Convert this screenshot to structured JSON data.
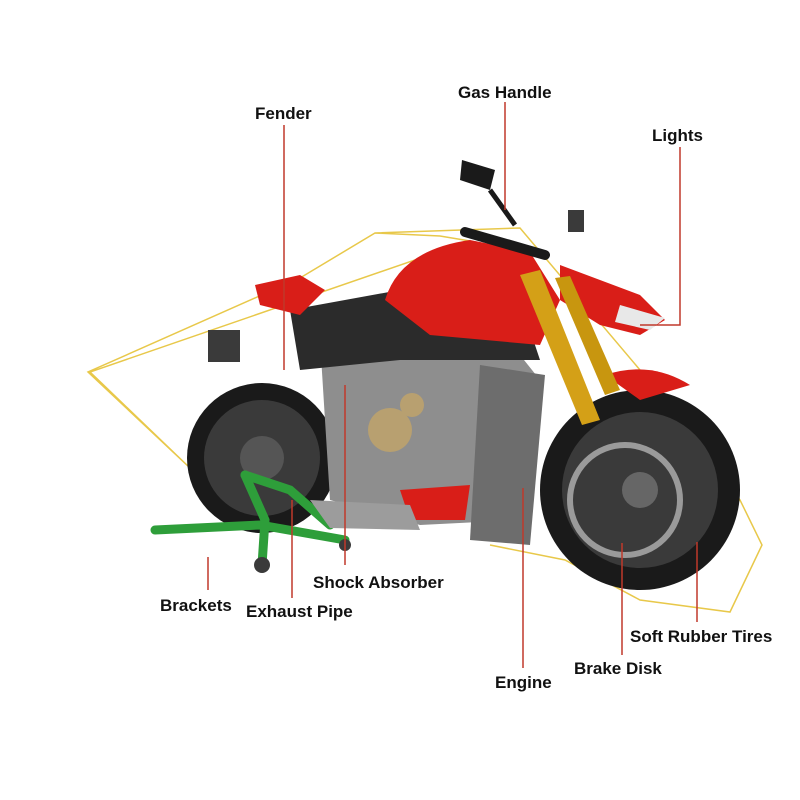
{
  "labels": {
    "gas_handle": "Gas Handle",
    "fender": "Fender",
    "lights": "Lights",
    "shock_absorber": "Shock Absorber",
    "brackets": "Brackets",
    "exhaust_pipe": "Exhaust Pipe",
    "engine": "Engine",
    "brake_disk": "Brake Disk",
    "soft_rubber_tires": "Soft Rubber Tires"
  },
  "colors": {
    "background": "#ffffff",
    "leader_line": "#c0392b",
    "outline": "#e8c84a",
    "body_red": "#d91e18",
    "frame_dark": "#2b2b2b",
    "fork_gold": "#d4a017",
    "stand_green": "#2e9e3a",
    "engine_gray": "#8e8e8e"
  }
}
